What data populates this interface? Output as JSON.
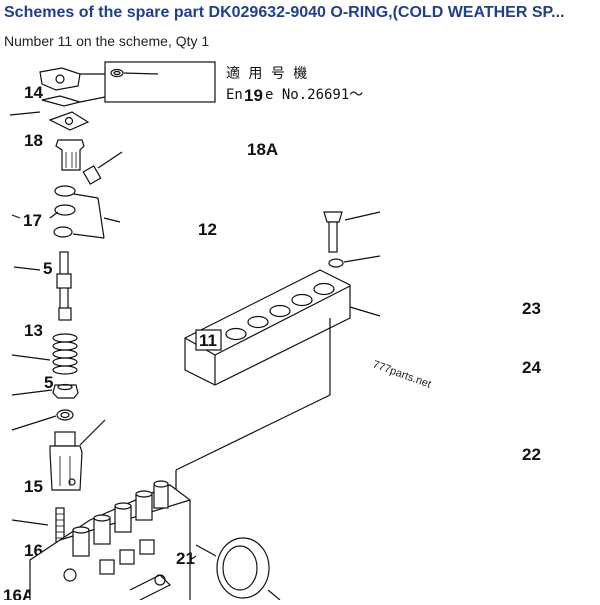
{
  "header": {
    "title": "Schemes of the spare part DK029632-9040 O-RING,(COLD WEATHER SP...",
    "subtitle": "Number 11 on the scheme, Qty 1"
  },
  "diagram": {
    "callouts": {
      "c14": "14",
      "c18": "18",
      "c17": "17",
      "c5a": "5",
      "c13": "13",
      "c5b": "5",
      "c15": "15",
      "c16": "16",
      "c16a": "16A",
      "c19": "19",
      "c18a": "18A",
      "c12": "12",
      "c11": "11",
      "c23": "23",
      "c24": "24",
      "c22": "22",
      "c21": "21"
    },
    "note_jp": "適 用 号 機",
    "note_en_prefix": "En",
    "note_en_suffix": "e No.26691〜",
    "watermark": "777parts.net"
  }
}
